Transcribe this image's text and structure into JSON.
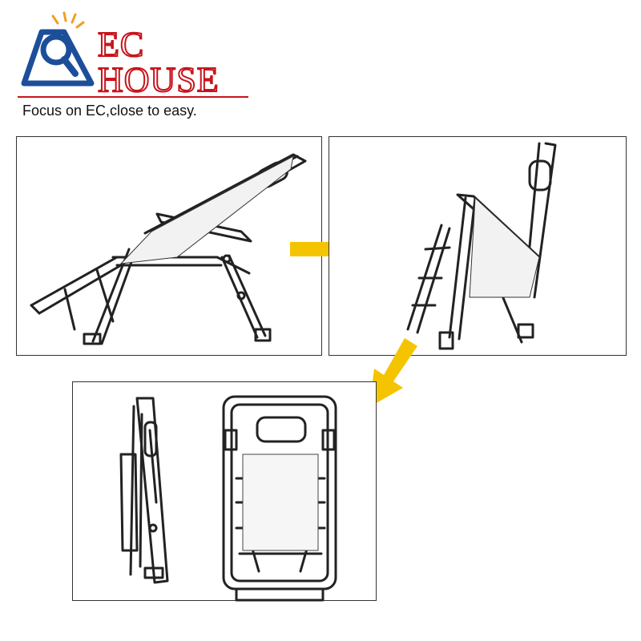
{
  "brand": {
    "line1": "EC",
    "line2": "HOUSE",
    "slogan": "Focus on EC,close to easy.",
    "primary_color": "#c7141b",
    "mark_color": "#1d4e9a",
    "accent_color": "#f0a020"
  },
  "steps": [
    {
      "name": "unfolded-recliner"
    },
    {
      "name": "half-folded-recliner"
    },
    {
      "name": "fully-folded-recliner"
    }
  ],
  "arrow_color": "#f5c400",
  "icons": {
    "logo": "house-magnifier-logo-icon",
    "arrow_right": "arrow-right-icon",
    "arrow_down_left": "arrow-down-left-icon"
  }
}
